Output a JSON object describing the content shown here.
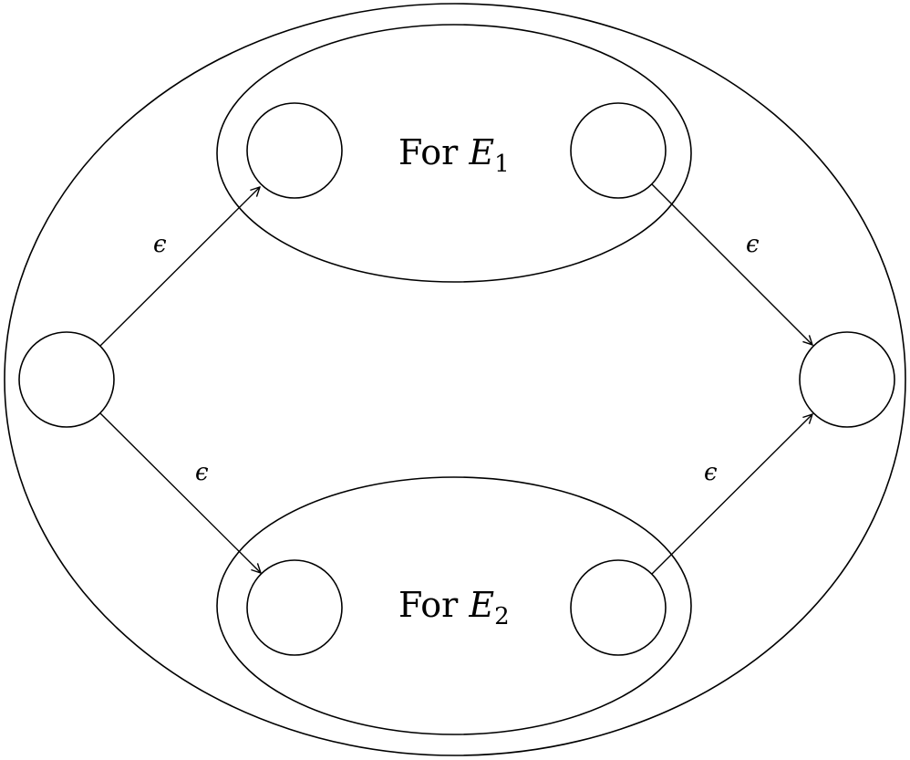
{
  "diagram": {
    "groups": [
      {
        "id": "e1",
        "label_prefix": "For ",
        "label_var": "E",
        "label_sub": "1"
      },
      {
        "id": "e2",
        "label_prefix": "For ",
        "label_var": "E",
        "label_sub": "2"
      }
    ],
    "edges": [
      {
        "from": "start-state",
        "to": "e1-entry-state",
        "label": "ϵ"
      },
      {
        "from": "start-state",
        "to": "e2-entry-state",
        "label": "ϵ"
      },
      {
        "from": "e1-exit-state",
        "to": "accept-state",
        "label": "ϵ"
      },
      {
        "from": "e2-exit-state",
        "to": "accept-state",
        "label": "ϵ"
      }
    ],
    "colors": {
      "stroke": "#000000",
      "background": "#ffffff"
    }
  }
}
